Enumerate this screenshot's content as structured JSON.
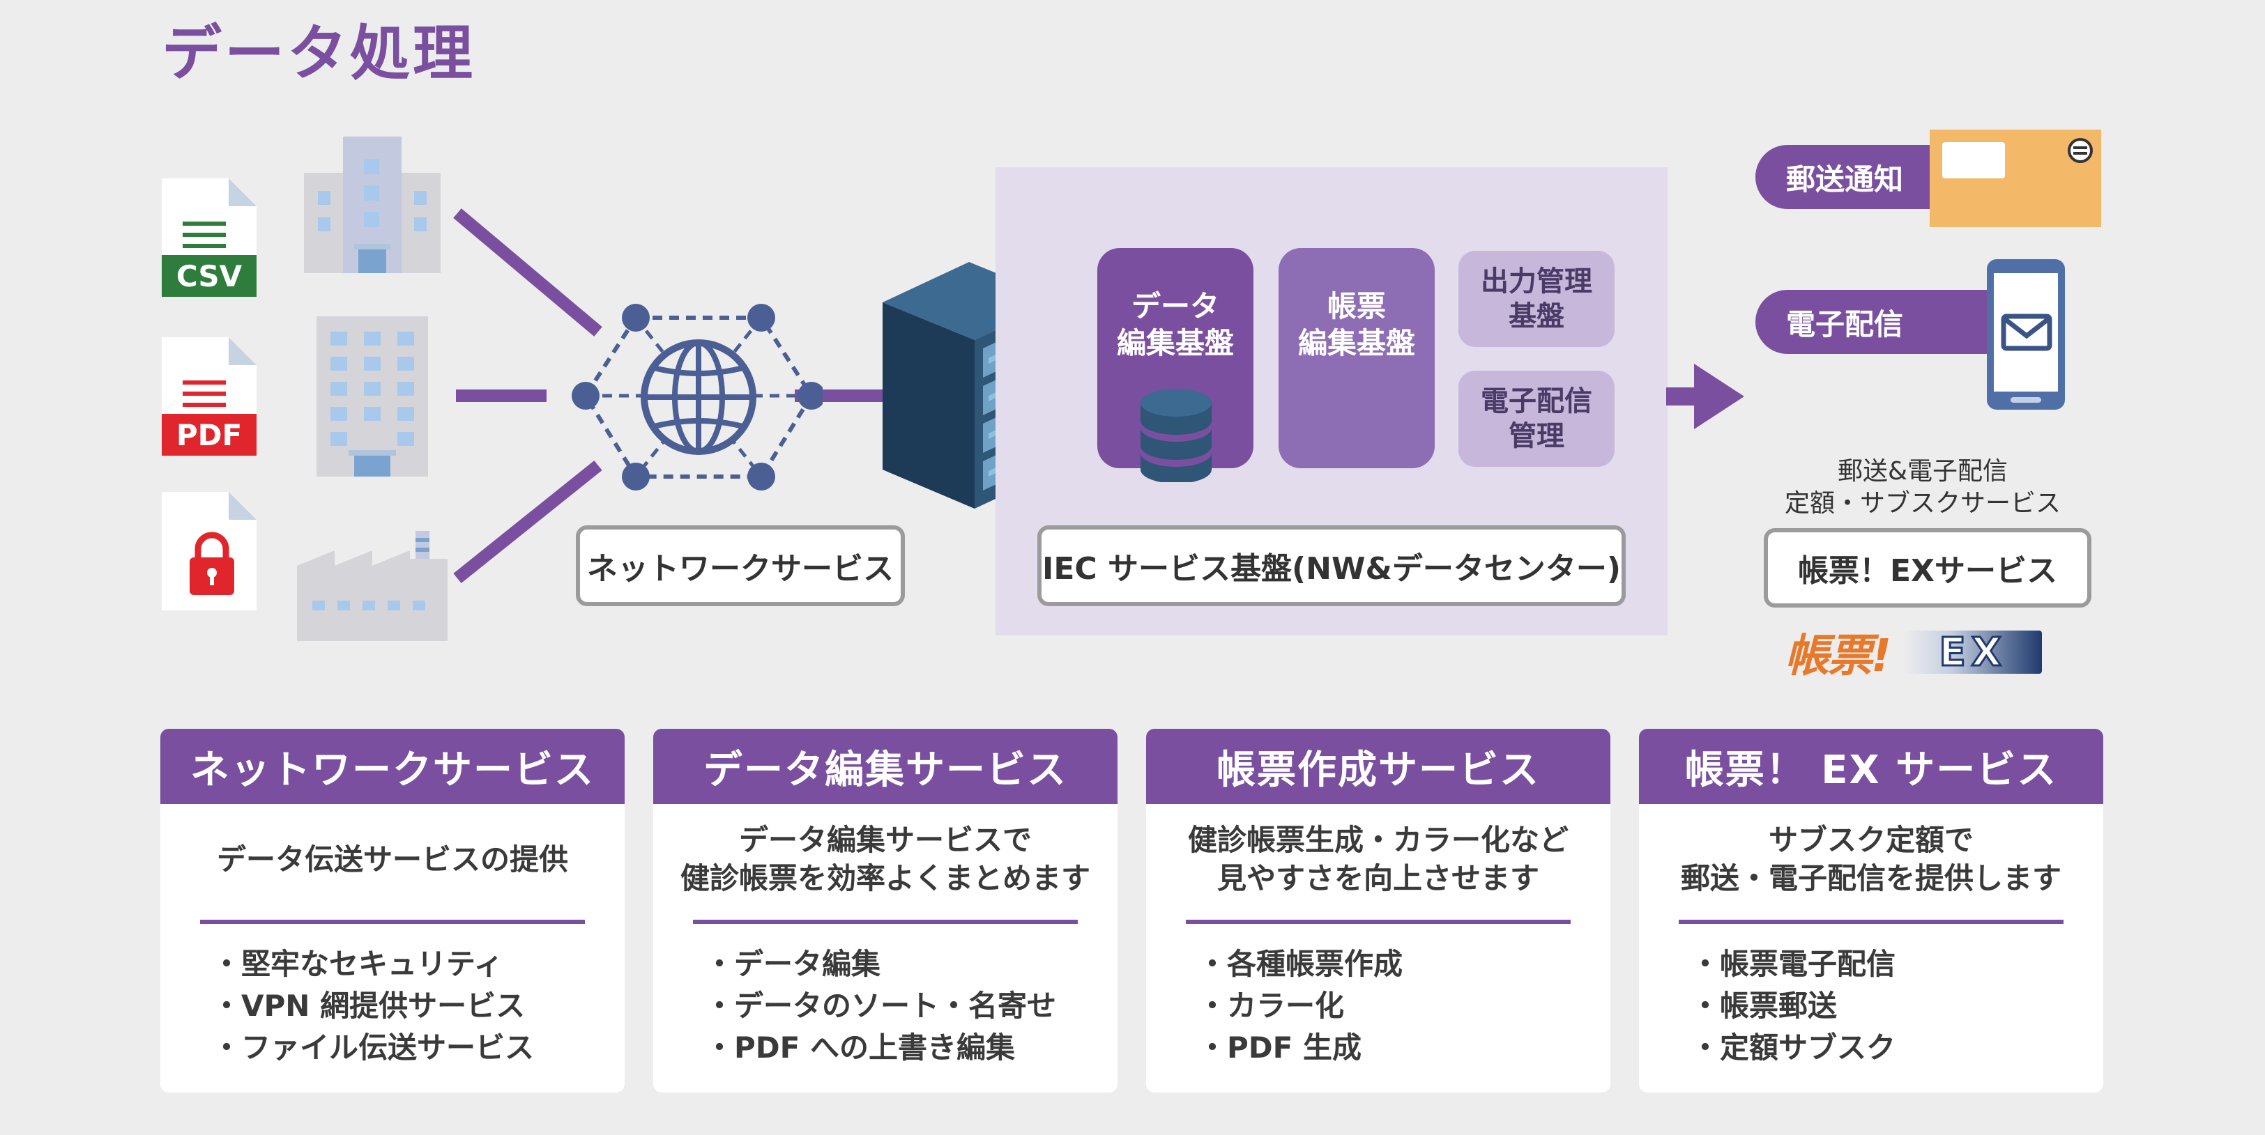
{
  "title": "データ処理",
  "files": [
    "CSV",
    "PDF"
  ],
  "network_label": "ネットワークサービス",
  "platform_label": "IEC サービス基盤(NW&データセンター)",
  "platform_boxes": {
    "data_edit": [
      "データ",
      "編集基盤"
    ],
    "form_edit": [
      "帳票",
      "編集基盤"
    ],
    "output_mgmt": [
      "出力管理",
      "基盤"
    ],
    "edelivery_mgmt": [
      "電子配信",
      "管理"
    ]
  },
  "outputs": {
    "postal": "郵送通知",
    "electronic": "電子配信",
    "caption": [
      "郵送&電子配信",
      "定額・サブスクサービス"
    ],
    "service_label": "帳票！EXサービス",
    "logo_text": "帳票!",
    "logo_ex": "EX"
  },
  "cards": [
    {
      "title": "ネットワークサービス",
      "desc": [
        "データ伝送サービスの提供"
      ],
      "items": [
        "堅牢なセキュリティ",
        "VPN 網提供サービス",
        "ファイル伝送サービス"
      ]
    },
    {
      "title": "データ編集サービス",
      "desc": [
        "データ編集サービスで",
        "健診帳票を効率よくまとめます"
      ],
      "items": [
        "データ編集",
        "データのソート・名寄せ",
        "PDF への上書き編集"
      ]
    },
    {
      "title": "帳票作成サービス",
      "desc": [
        "健診帳票生成・カラー化など",
        "見やすさを向上させます"
      ],
      "items": [
        "各種帳票作成",
        "カラー化",
        "PDF 生成"
      ]
    },
    {
      "title": "帳票！ EX サービス",
      "desc": [
        "サブスク定額で",
        "郵送・電子配信を提供します"
      ],
      "items": [
        "帳票電子配信",
        "帳票郵送",
        "定額サブスク"
      ]
    }
  ],
  "colors": {
    "accent": "#7a4f9f",
    "platform_bg": "#e3dcec",
    "box_dark": "#7a4f9f",
    "box_mid": "#8d6db3",
    "box_light": "#c6b7db",
    "server": "#2f5577",
    "envelope": "#f4b968",
    "csv_green": "#2e7d3c",
    "pdf_red": "#e0262c",
    "logo_orange": "#e8782a",
    "logo_navy": "#1f3a6e"
  }
}
